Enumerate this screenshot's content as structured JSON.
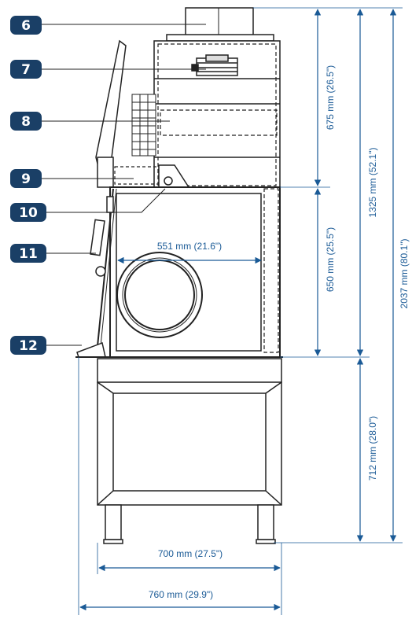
{
  "diagram": {
    "callouts": [
      {
        "id": "6",
        "label": "6"
      },
      {
        "id": "7",
        "label": "7"
      },
      {
        "id": "8",
        "label": "8"
      },
      {
        "id": "9",
        "label": "9"
      },
      {
        "id": "10",
        "label": "10"
      },
      {
        "id": "11",
        "label": "11"
      },
      {
        "id": "12",
        "label": "12"
      }
    ],
    "dimensions": {
      "inner_width": "551 mm (21.6\")",
      "top_section": "675 mm (26.5\")",
      "work_area": "650 mm (25.5\")",
      "cabinet_height": "1325 mm (52.1\")",
      "stand_height": "712 mm (28.0\")",
      "total_height": "2037 mm (80.1\")",
      "stand_width": "700 mm (27.5\")",
      "total_width": "760 mm (29.9\")"
    },
    "colors": {
      "badge": "#1a3f66",
      "dimension": "#1a5a96",
      "outline": "#222222"
    }
  }
}
